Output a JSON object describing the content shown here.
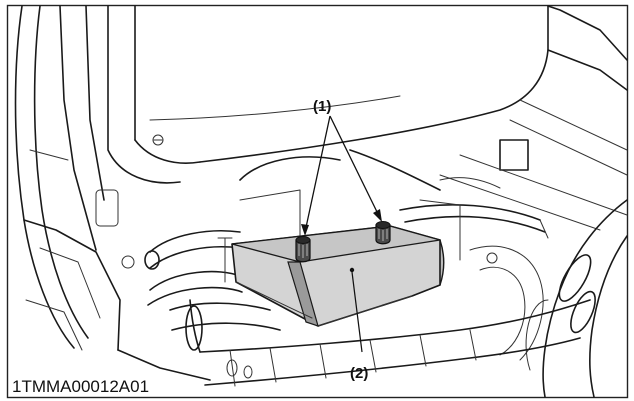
{
  "callouts": {
    "label_1": "(1)",
    "label_2": "(2)"
  },
  "figure_code": "1TMMA00012A01",
  "colors": {
    "line": "#1a1a1a",
    "tank_fill": "#d4d4d4",
    "tank_top": "#c6c6c6",
    "background": "#ffffff"
  }
}
